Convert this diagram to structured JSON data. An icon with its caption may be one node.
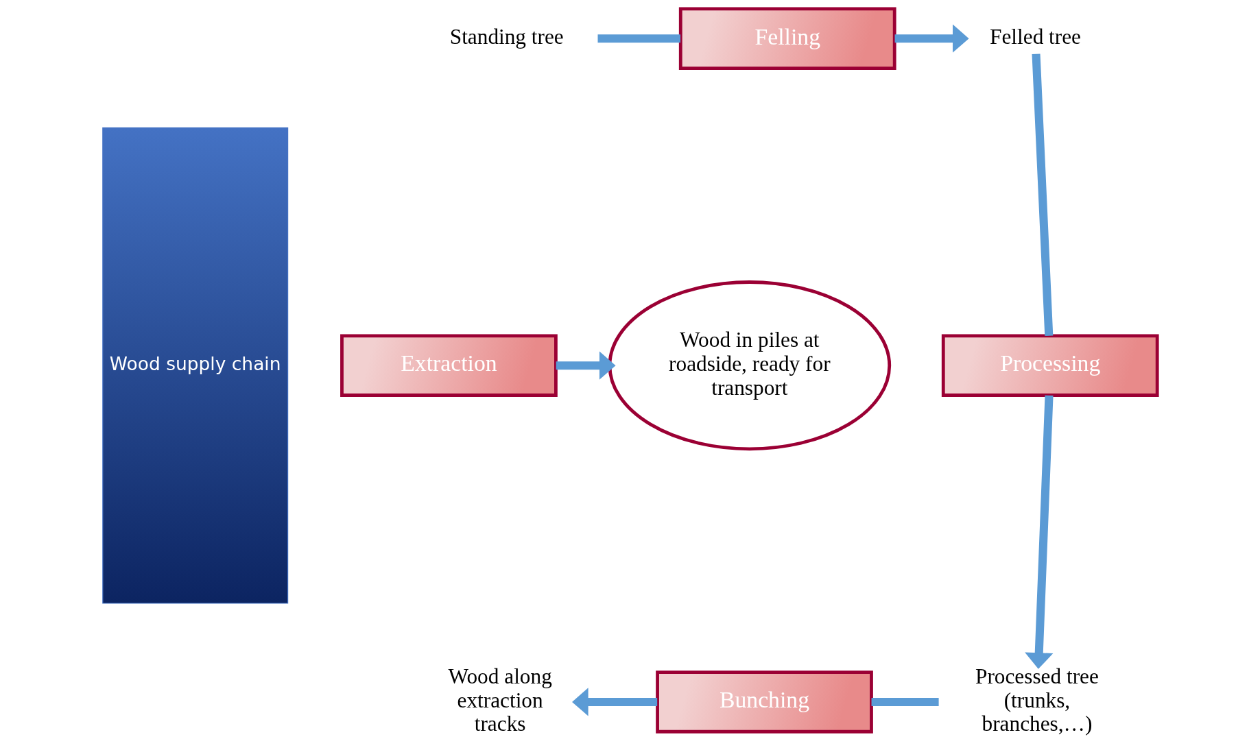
{
  "diagram": {
    "nodes": [
      {
        "text": [
          "Wood supply chain"
        ]
      },
      {
        "text": [
          "Standing tree"
        ]
      },
      {
        "text": [
          "Felling"
        ]
      },
      {
        "text": [
          "Felled tree"
        ]
      },
      {
        "text": [
          "Processing"
        ]
      },
      {
        "text": [
          "Processed tree (trunks, branches,…)"
        ]
      },
      {
        "text": [
          "Bunching"
        ]
      },
      {
        "text": [
          "Wood along extraction tracks"
        ]
      },
      {
        "text": [
          "Extraction"
        ]
      },
      {
        "text": [
          "Wood in piles at roadside, ready for transport"
        ]
      }
    ],
    "edges": [
      {
        "from": 1,
        "to": 2,
        "arrow": "none"
      },
      {
        "from": 2,
        "to": 3,
        "arrow": "to"
      },
      {
        "from": 3,
        "to": 4,
        "arrow": "none"
      },
      {
        "from": 4,
        "to": 5,
        "arrow": "to"
      },
      {
        "from": 5,
        "to": 6,
        "arrow": "none"
      },
      {
        "from": 6,
        "to": 7,
        "arrow": "to"
      },
      {
        "from": 8,
        "to": 9,
        "arrow": "to"
      }
    ]
  }
}
